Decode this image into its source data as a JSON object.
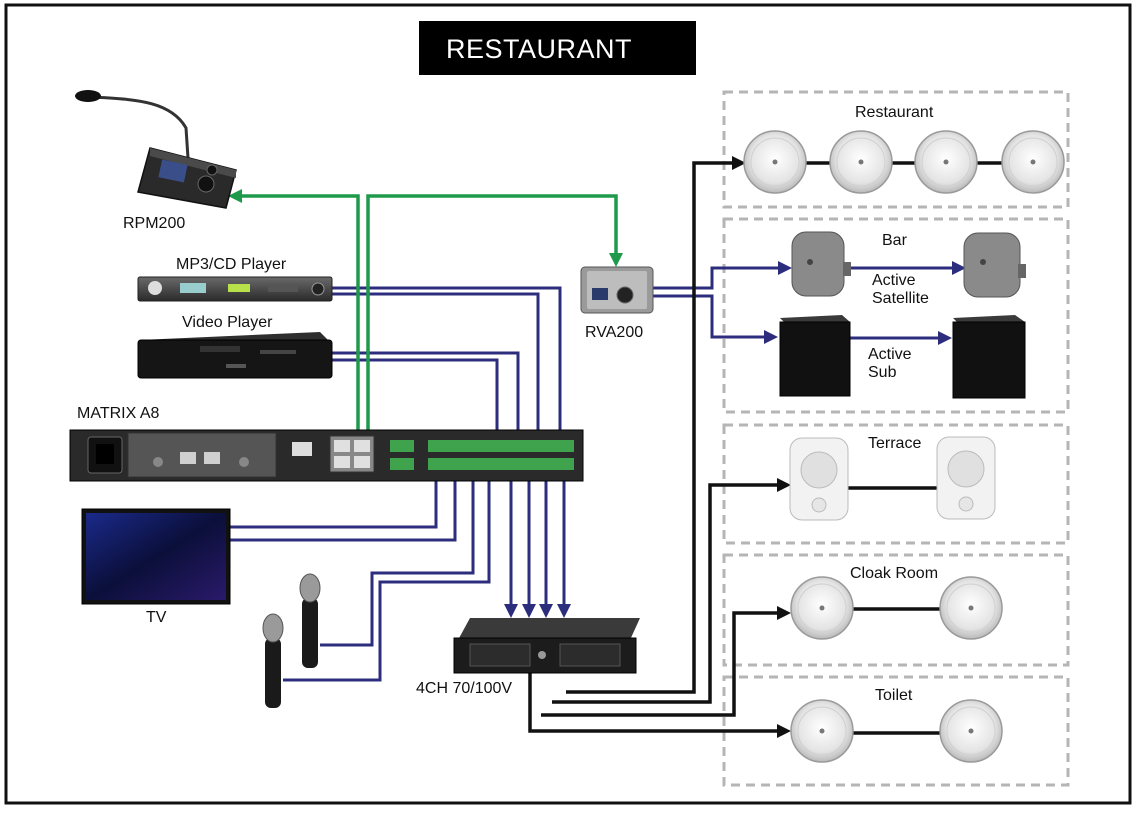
{
  "title": "RESTAURANT",
  "devices": {
    "rpm200": "RPM200",
    "mp3_cd_player": "MP3/CD Player",
    "video_player": "Video Player",
    "matrix": "MATRIX A8",
    "tv": "TV",
    "rva200": "RVA200",
    "amplifier": "4CH 70/100V"
  },
  "zones": {
    "restaurant": "Restaurant",
    "bar": "Bar",
    "active_satellite_1": "Active",
    "active_satellite_2": "Satellite",
    "active_sub_1": "Active",
    "active_sub_2": "Sub",
    "terrace": "Terrace",
    "cloak_room": "Cloak Room",
    "toilet": "Toilet"
  },
  "colors": {
    "audio_line": "#2d2d7d",
    "control_line": "#1e9a4a",
    "speaker_line": "#111111",
    "zone_border": "#b5b5b5",
    "title_bg": "#000000"
  }
}
